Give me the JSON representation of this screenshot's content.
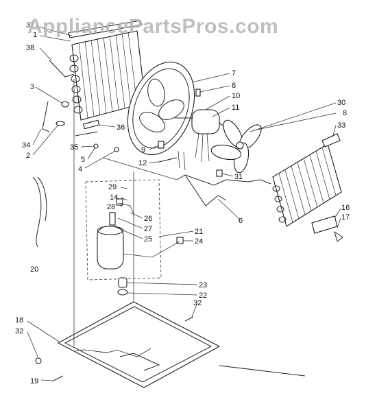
{
  "watermark": "AppliancePartsPros.com",
  "labels": {
    "l37": "37",
    "l1": "1",
    "l38": "38",
    "l3": "3",
    "l34": "34",
    "l2": "2",
    "l36": "36",
    "l35": "35",
    "l5": "5",
    "l4": "4",
    "l7": "7",
    "l8a": "8",
    "l10": "10",
    "l11": "11",
    "l9": "9",
    "l12": "12",
    "l30": "30",
    "l8b": "8",
    "l33": "33",
    "l31": "31",
    "l29": "29",
    "l14": "14",
    "l28": "28",
    "l26": "26",
    "l27": "27",
    "l25": "25",
    "l21": "21",
    "l24": "24",
    "l6": "6",
    "l16": "16",
    "l17": "17",
    "l20": "20",
    "l23": "23",
    "l22": "22",
    "l32a": "32",
    "l18": "18",
    "l32b": "32",
    "l19": "19"
  }
}
